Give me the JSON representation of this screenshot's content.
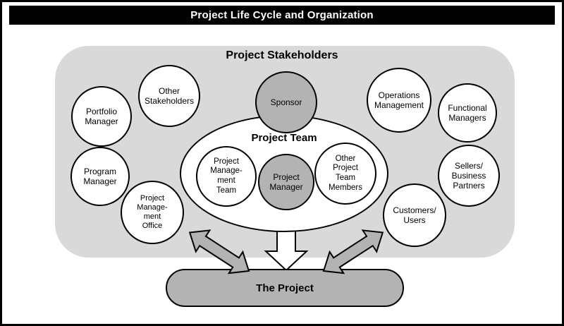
{
  "header": {
    "title": "Project Life Cycle and Organization"
  },
  "stakeholders": {
    "title": "Project Stakeholders",
    "portfolio_manager": "Portfolio\nManager",
    "other_stakeholders": "Other\nStakeholders",
    "sponsor": "Sponsor",
    "operations_management": "Operations\nManagement",
    "functional_managers": "Functional\nManagers",
    "program_manager": "Program\nManager",
    "project_management_office": "Project\nManage-\nment\nOffice",
    "customers_users": "Customers/\nUsers",
    "sellers_business_partners": "Sellers/\nBusiness\nPartners"
  },
  "project_team": {
    "title": "Project Team",
    "project_management_team": "Project\nManage-\nment\nTeam",
    "project_manager": "Project\nManager",
    "other_project_team_members": "Other\nProject\nTeam\nMembers"
  },
  "the_project": {
    "label": "The Project"
  },
  "colors": {
    "region_gray": "#d9d9d9",
    "accent_gray": "#b3b3b3",
    "border_black": "#000000",
    "title_bar_bg": "#000000",
    "title_bar_text": "#ffffff"
  }
}
